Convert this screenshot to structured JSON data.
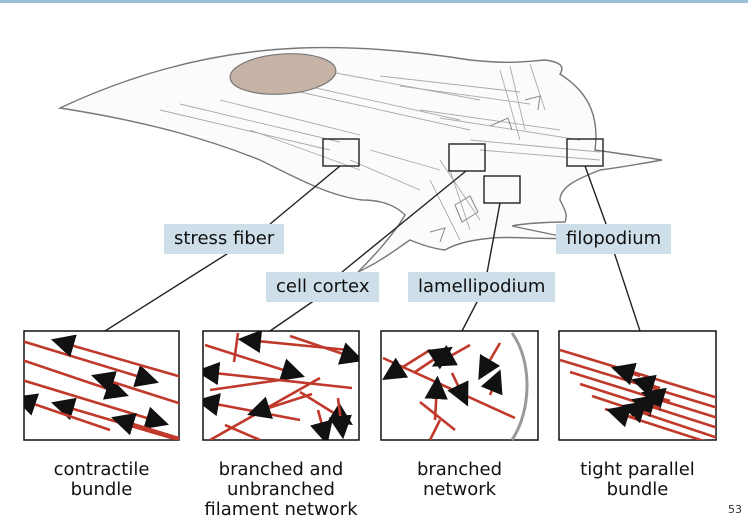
{
  "colors": {
    "filament": "#c0392b",
    "callout_bg": "#cfdfe9",
    "membrane_edge": "#9a9a9a",
    "nucleus": "#c7b3a5",
    "top_rule": "#9bbfd6"
  },
  "labels": {
    "stress_fiber": "stress fiber",
    "cell_cortex": "cell cortex",
    "lamellipodium": "lamellipodium",
    "filopodium": "filopodium"
  },
  "captions": {
    "contractile": [
      "contractile",
      "bundle"
    ],
    "branched_unbranched": [
      "branched and",
      "unbranched",
      "filament network"
    ],
    "branched_network": [
      "branched",
      "network"
    ],
    "tight_parallel": [
      "tight parallel",
      "bundle"
    ]
  },
  "page_number": "53"
}
